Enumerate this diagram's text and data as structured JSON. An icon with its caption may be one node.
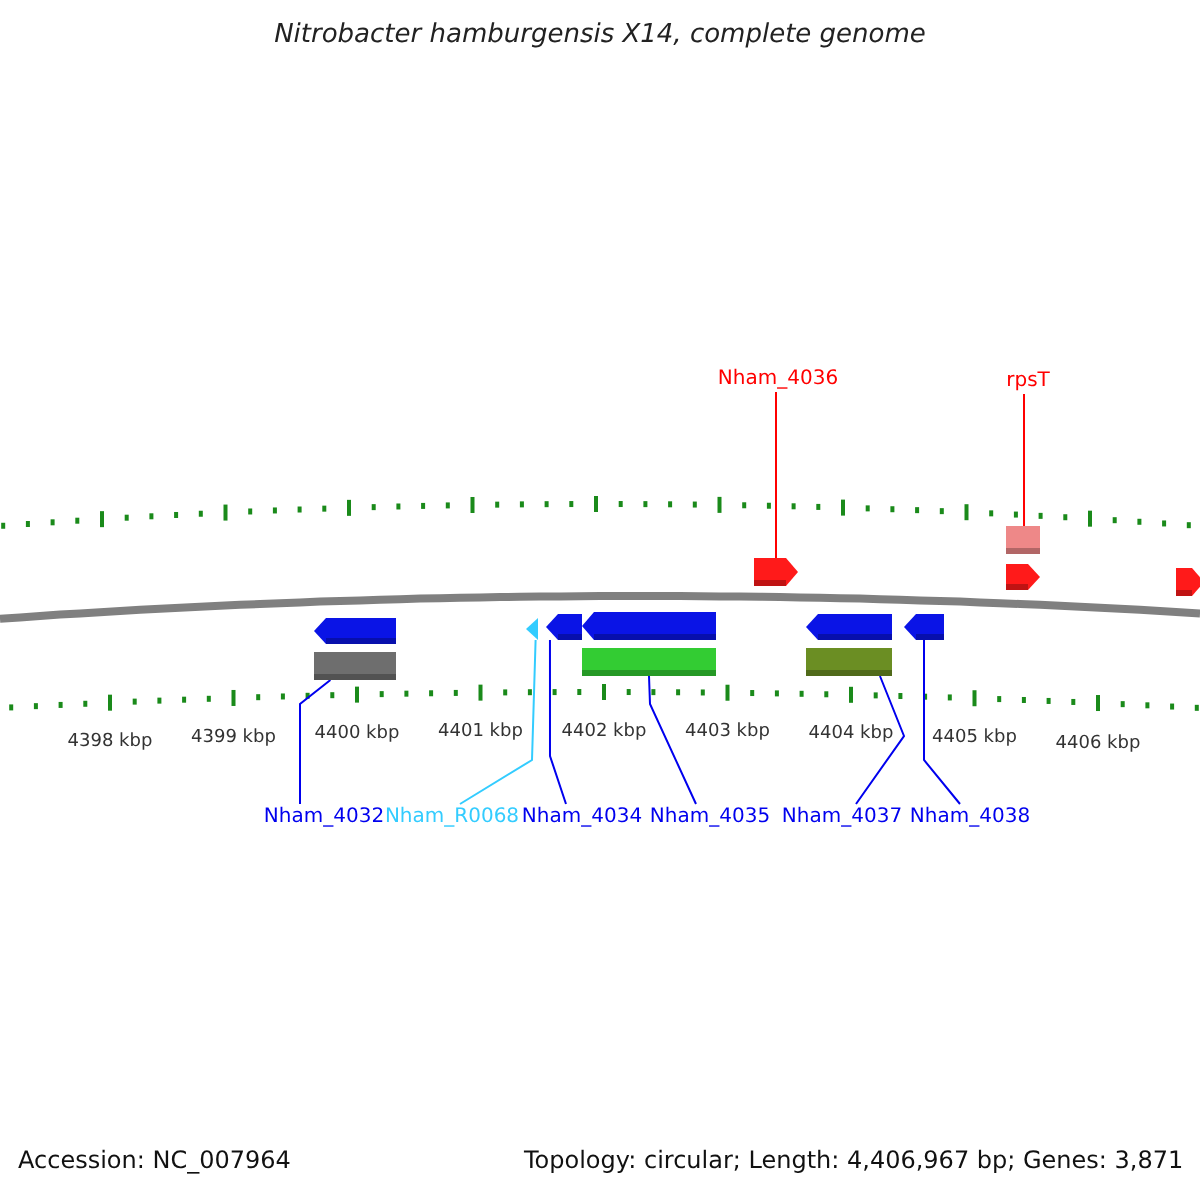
{
  "diagram": {
    "title": "Nitrobacter hamburgensis X14, complete genome",
    "nodes": [
      {
        "text": [
          "Nham_4036"
        ]
      },
      {
        "text": [
          "rpsT"
        ]
      },
      {
        "text": [],
        "shape": "bar"
      },
      {
        "text": [],
        "shape": "pentagon"
      },
      {
        "text": [],
        "shape": "pentagon"
      },
      {
        "text": [],
        "shape": "pentagon"
      },
      {
        "text": [],
        "shape": "pentagon"
      },
      {
        "text": [],
        "shape": "triangle"
      },
      {
        "text": [],
        "shape": "pentagon"
      },
      {
        "text": [],
        "shape": "pentagon"
      },
      {
        "text": [],
        "shape": "pentagon"
      },
      {
        "text": [],
        "shape": "pentagon"
      },
      {
        "text": [],
        "shape": "bar"
      },
      {
        "text": [],
        "shape": "bar"
      },
      {
        "text": [],
        "shape": "bar"
      },
      {
        "text": [
          "Nham_4032"
        ]
      },
      {
        "text": [
          "Nham_R0068"
        ]
      },
      {
        "text": [
          "Nham_4034"
        ]
      },
      {
        "text": [
          "Nham_4035"
        ]
      },
      {
        "text": [
          "Nham_4037"
        ]
      },
      {
        "text": [
          "Nham_4038"
        ]
      }
    ],
    "edges": [
      {
        "from": 0,
        "to": 3,
        "arrow": "none",
        "color": "#ff0000"
      },
      {
        "from": 1,
        "to": 2,
        "arrow": "none",
        "color": "#ff0000"
      },
      {
        "from": 15,
        "to": 12,
        "arrow": "none"
      },
      {
        "from": 16,
        "to": 7,
        "arrow": "none",
        "color": "#33ccff"
      },
      {
        "from": 17,
        "to": 8,
        "arrow": "none"
      },
      {
        "from": 18,
        "to": 13,
        "arrow": "none"
      },
      {
        "from": 19,
        "to": 14,
        "arrow": "none"
      },
      {
        "from": 20,
        "to": 11,
        "arrow": "none"
      }
    ],
    "labels": [
      "4398 kbp",
      "4399 kbp",
      "4400 kbp",
      "4401 kbp",
      "4402 kbp",
      "4403 kbp",
      "4404 kbp",
      "4405 kbp",
      "4406 kbp",
      "Accession: NC_007964",
      "Topology: circular; Length: 4,406,967 bp; Genes: 3,871"
    ]
  }
}
